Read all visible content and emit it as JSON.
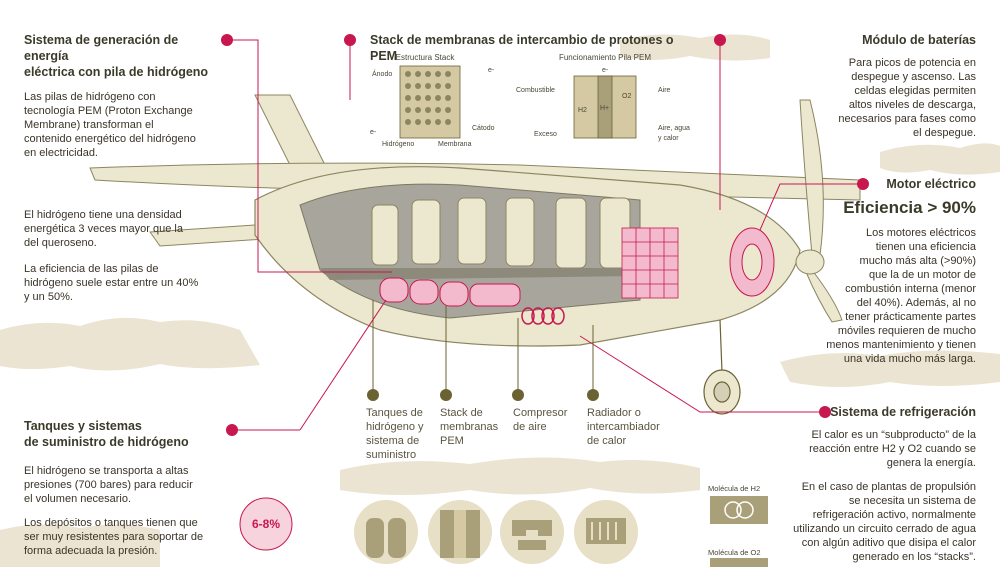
{
  "colors": {
    "accent": "#c8174f",
    "olive": "#6b6234",
    "cloud": "#ece4d2",
    "plane": "#ece7cf",
    "cabin": "#a8a69c",
    "pink": "#f3b9cc"
  },
  "generation": {
    "title_lines": [
      "Sistema de generación de energía",
      "eléctrica con pila de hidrógeno"
    ],
    "text1_lines": [
      "Las pilas de hidrógeno con",
      "tecnología PEM (Proton Exchange",
      "Membrane) transforman el",
      "contenido energético del hidrógeno",
      "en electricidad."
    ],
    "text2_lines": [
      "El hidrógeno tiene una densidad",
      "energética 3 veces mayor que la",
      "del queroseno."
    ],
    "text3_lines": [
      "La eficiencia de las pilas de",
      "hidrógeno suele estar entre un 40%",
      "y un 50%."
    ]
  },
  "stack": {
    "title": "Stack de membranas de intercambio de protones o PEM",
    "left_subtitle": "Estructura Stack",
    "left_labels": {
      "anodo": "Ánodo",
      "catodo": "Cátodo",
      "hidrogeno": "Hidrógeno",
      "membrana": "Membrana",
      "e1": "e-",
      "e2": "e-"
    },
    "right_subtitle": "Funcionamiento Pila PEM",
    "right_labels": {
      "combustible": "Combustible",
      "aire": "Aire",
      "exceso": "Exceso",
      "aire_agua_1": "Aire, agua",
      "aire_agua_2": "y calor",
      "h2": "H2",
      "o2": "O2",
      "hplus": "H+",
      "e": "e-"
    }
  },
  "battery": {
    "title": "Módulo de baterías",
    "text_lines": [
      "Para picos de potencia en",
      "despegue y ascenso. Las",
      "celdas elegidas permiten",
      "altos niveles de descarga,",
      "necesarios para fases como",
      "el despegue."
    ]
  },
  "motor": {
    "title": "Motor eléctrico",
    "headline": "Eficiencia > 90%",
    "text_lines": [
      "Los motores eléctricos",
      "tienen una eficiencia",
      "mucho más alta (>90%)",
      "que la de un motor de",
      "combustión interna (menor",
      "del 40%). Además, al no",
      "tener prácticamente partes",
      "móviles requieren de mucho",
      "menos mantenimiento y tienen",
      "una vida mucho más larga."
    ]
  },
  "cooling": {
    "title": "Sistema de refrigeración",
    "text1_lines": [
      "El calor es un “subproducto” de la",
      "reacción entre H2 y O2 cuando se",
      "genera la energía."
    ],
    "text2_lines": [
      "En el caso de plantas de propulsión",
      "se necesita un sistema de",
      "refrigeración activo, normalmente",
      "utilizando un circuito cerrado de agua",
      "con algún aditivo que disipa el calor",
      "generado en los “stacks”."
    ]
  },
  "tanks": {
    "title_lines": [
      "Tanques y sistemas",
      "de suministro de hidrógeno"
    ],
    "text1_lines": [
      "El hidrógeno se transporta a altas",
      "presiones (700 bares) para reducir",
      "el volumen necesario."
    ],
    "text2_lines": [
      "Los depósitos o tanques tienen que",
      "ser muy resistentes para soportar de",
      "forma adecuada la presión."
    ],
    "badge": "6-8%"
  },
  "components": [
    {
      "lines": [
        "Tanques de",
        "hidrógeno y",
        "sistema de",
        "suministro"
      ]
    },
    {
      "lines": [
        "Stack de",
        "membranas",
        "PEM"
      ]
    },
    {
      "lines": [
        "Compresor",
        "de aire"
      ]
    },
    {
      "lines": [
        "Radiador o",
        "intercambiador",
        "de calor"
      ]
    }
  ],
  "molecules": {
    "h2_label": "Molécula de H2",
    "o2_label": "Molécula de O2"
  }
}
